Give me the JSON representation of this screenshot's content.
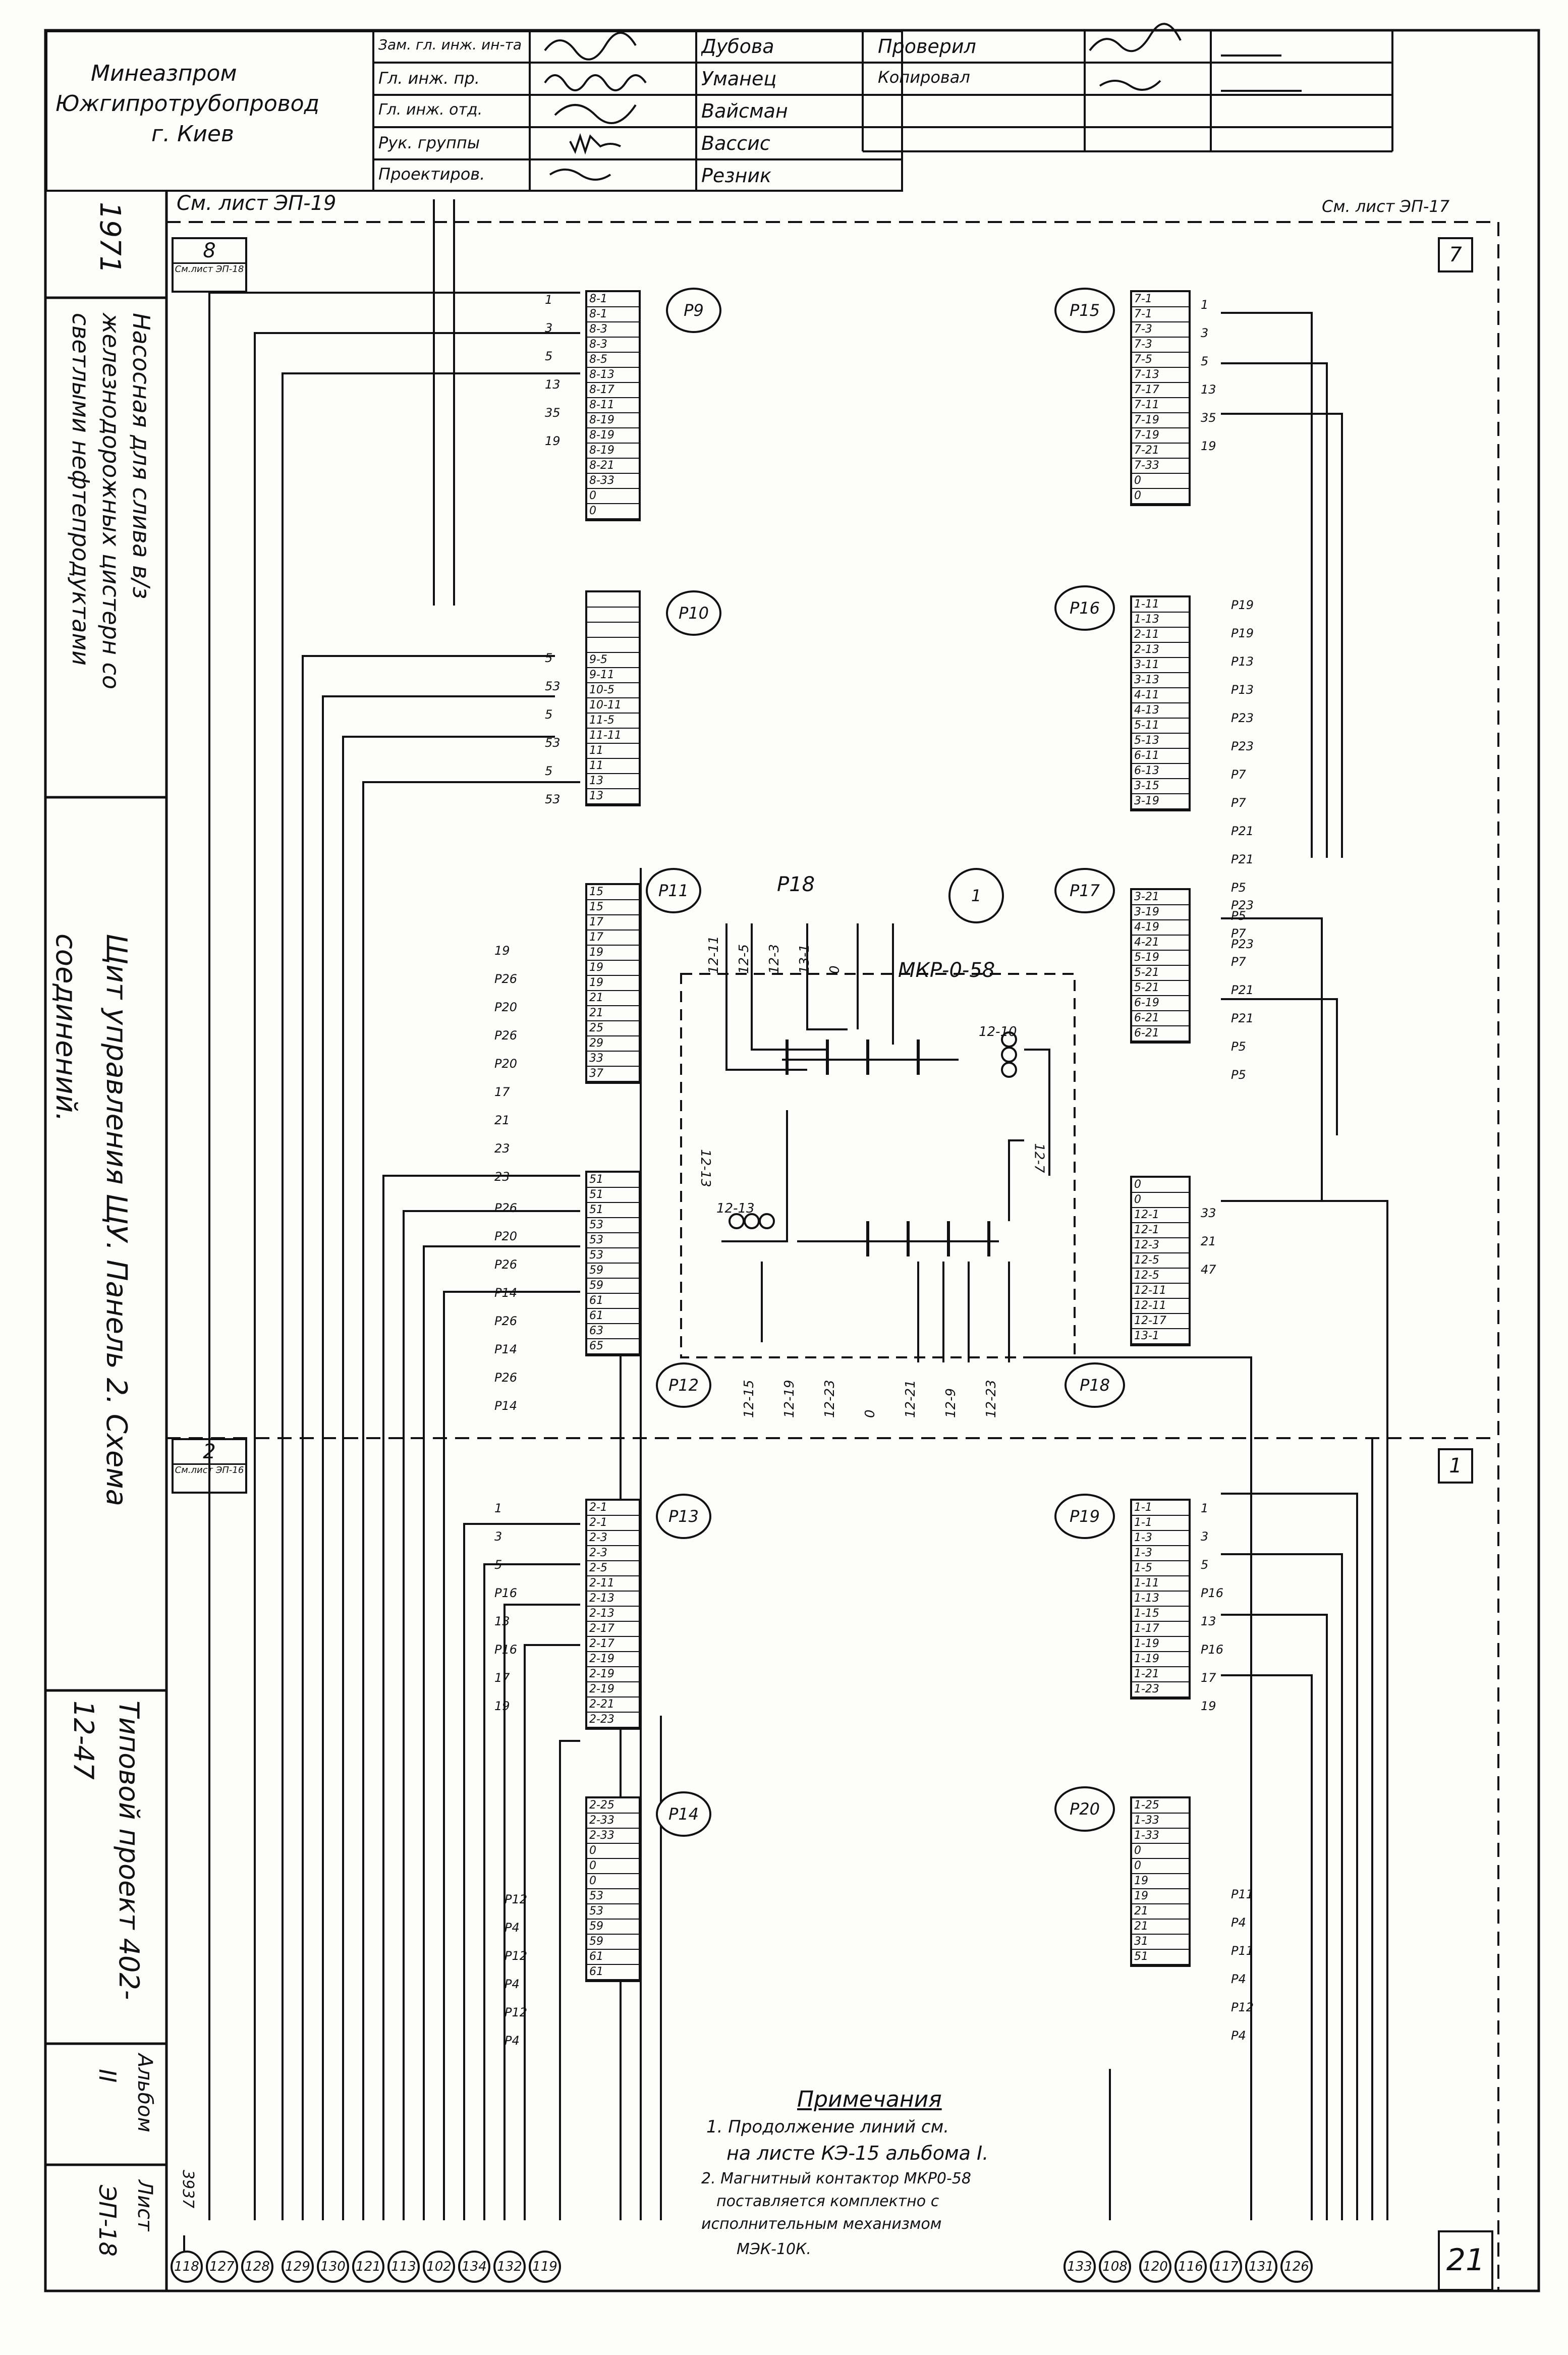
{
  "title_block": {
    "org_line1": "Минеазпром",
    "org_line2": "Южгипротрубопровод",
    "org_line3": "г. Киев",
    "roles": [
      "Зам. гл. инж. ин-та",
      "Гл. инж. пр.",
      "Гл. инж. отд.",
      "Рук. группы",
      "Проектиров."
    ],
    "names": [
      "Дубова",
      "Уманец",
      "Вайсман",
      "Вассис",
      "Резник"
    ],
    "checked_label": "Проверил",
    "copied_label": "Копировал"
  },
  "side_strip": {
    "year": "1971",
    "purpose": "Насосная для слива в/з железнодорожных цистерн со светлыми нефтепродуктами",
    "drawing_title": "Щит управления ЩУ. Панель 2. Схема соединений.",
    "project": "Типовой проект 402-12-47",
    "album_label": "Альбом",
    "album_value": "II",
    "sheet_label": "Лист",
    "sheet_value": "ЭП-18",
    "inv_no": "3937"
  },
  "sheet_refs": {
    "top_left": "См. лист ЭП-19",
    "top_right": "См. лист ЭП-17",
    "left_box_1": "8",
    "left_box_1_ref": "См.лист ЭП-18",
    "left_box_2": "2",
    "left_box_2_ref": "См.лист ЭП-16",
    "right_box_1": "7",
    "right_box_2": "1",
    "page_no": "21"
  },
  "relays": {
    "p9": "P9",
    "p10": "P10",
    "p11": "P11",
    "p12": "P12",
    "p13": "P13",
    "p14": "P14",
    "p15": "P15",
    "p16": "P16",
    "p17": "P17",
    "p18": "P18",
    "p19": "P19",
    "p20": "P20",
    "center": "1"
  },
  "terminal_blocks": {
    "p9": [
      "8-1",
      "8-1",
      "8-3",
      "8-3",
      "8-5",
      "8-13",
      "8-17",
      "8-11",
      "8-19",
      "8-19",
      "8-19",
      "8-21",
      "8-33",
      "0",
      "0"
    ],
    "p10": [
      "",
      "",
      "",
      "",
      "9-5",
      "9-11",
      "10-5",
      "10-11",
      "11-5",
      "11-11",
      "11",
      "11",
      "13",
      "13"
    ],
    "p11": [
      "15",
      "15",
      "17",
      "17",
      "19",
      "19",
      "19",
      "21",
      "21",
      "25",
      "29",
      "33",
      "37"
    ],
    "p12": [
      "51",
      "51",
      "51",
      "53",
      "53",
      "53",
      "59",
      "59",
      "61",
      "61",
      "63",
      "65"
    ],
    "p13": [
      "2-1",
      "2-1",
      "2-3",
      "2-3",
      "2-5",
      "2-11",
      "2-13",
      "2-13",
      "2-17",
      "2-17",
      "2-19",
      "2-19",
      "2-19",
      "2-21",
      "2-23"
    ],
    "p14": [
      "2-25",
      "2-33",
      "2-33",
      "0",
      "0",
      "0",
      "53",
      "53",
      "59",
      "59",
      "61",
      "61"
    ],
    "p15": [
      "7-1",
      "7-1",
      "7-3",
      "7-3",
      "7-5",
      "7-13",
      "7-17",
      "7-11",
      "7-19",
      "7-19",
      "7-21",
      "7-33",
      "0",
      "0"
    ],
    "p16": [
      "1-11",
      "1-13",
      "2-11",
      "2-13",
      "3-11",
      "3-13",
      "4-11",
      "4-13",
      "5-11",
      "5-13",
      "6-11",
      "6-13",
      "3-15",
      "3-19"
    ],
    "p17": [
      "3-21",
      "3-19",
      "4-19",
      "4-21",
      "5-19",
      "5-21",
      "5-21",
      "6-19",
      "6-21",
      "6-21"
    ],
    "p18": [
      "0",
      "0",
      "12-1",
      "12-1",
      "12-3",
      "12-5",
      "12-5",
      "12-11",
      "12-11",
      "12-17",
      "13-1"
    ],
    "p19": [
      "1-1",
      "1-1",
      "1-3",
      "1-3",
      "1-5",
      "1-11",
      "1-13",
      "1-15",
      "1-17",
      "1-19",
      "1-19",
      "1-21",
      "1-23"
    ],
    "p20": [
      "1-25",
      "1-33",
      "1-33",
      "0",
      "0",
      "19",
      "19",
      "21",
      "21",
      "31",
      "51"
    ]
  },
  "wire_labels_left": {
    "p9": [
      "1",
      "3",
      "5",
      "13",
      "35",
      "19"
    ],
    "p10": [
      "5",
      "53",
      "5",
      "53",
      "5",
      "53"
    ],
    "p11": [
      "19",
      "P26",
      "P20",
      "P26",
      "P20",
      "17",
      "21",
      "23",
      "23"
    ],
    "p12": [
      "P26",
      "P20",
      "P26",
      "P14",
      "P26",
      "P14",
      "P26",
      "P14"
    ],
    "p13": [
      "1",
      "3",
      "5",
      "P16",
      "13",
      "P16",
      "17",
      "19"
    ],
    "p14": [
      "P12",
      "P4",
      "P12",
      "P4",
      "P12",
      "P4"
    ]
  },
  "wire_labels_right": {
    "p15": [
      "1",
      "3",
      "5",
      "13",
      "35",
      "19"
    ],
    "p16": [
      "P19",
      "P19",
      "P13",
      "P13",
      "P23",
      "P23",
      "P7",
      "P7",
      "P21",
      "P21",
      "P5",
      "P5",
      "P23"
    ],
    "p17": [
      "P23",
      "P7",
      "P7",
      "P21",
      "P21",
      "P5",
      "P5"
    ],
    "p18": [
      "33",
      "21",
      "47"
    ],
    "p19": [
      "1",
      "3",
      "5",
      "P16",
      "13",
      "P16",
      "17",
      "19"
    ],
    "p20": [
      "P11",
      "P4",
      "P11",
      "P4",
      "P12",
      "P4"
    ]
  },
  "contactor": {
    "label": "МКР-0-58",
    "group": "P18",
    "top_wires": [
      "12-11",
      "12-5",
      "12-3",
      "13-1",
      "0"
    ],
    "side_left": [
      "12-13",
      "12-13"
    ],
    "side_right": [
      "12-10",
      "12-7"
    ],
    "bottom_wires": [
      "12-15",
      "12-19",
      "12-23",
      "0",
      "12-21",
      "12-9",
      "12-23"
    ]
  },
  "cables_bottom": [
    "118",
    "127",
    "128",
    "129",
    "130",
    "121",
    "113",
    "102",
    "134",
    "132",
    "119",
    "133",
    "108",
    "120",
    "116",
    "117",
    "131",
    "126"
  ],
  "notes": {
    "heading": "Примечания",
    "line1": "1. Продолжение линий см.",
    "line2": "на листе КЭ-15 альбома I.",
    "line3": "2. Магнитный контактор МКР0-58",
    "line4": "поставляется комплектно с",
    "line5": "исполнительным механизмом",
    "line6": "МЭК-10К."
  }
}
